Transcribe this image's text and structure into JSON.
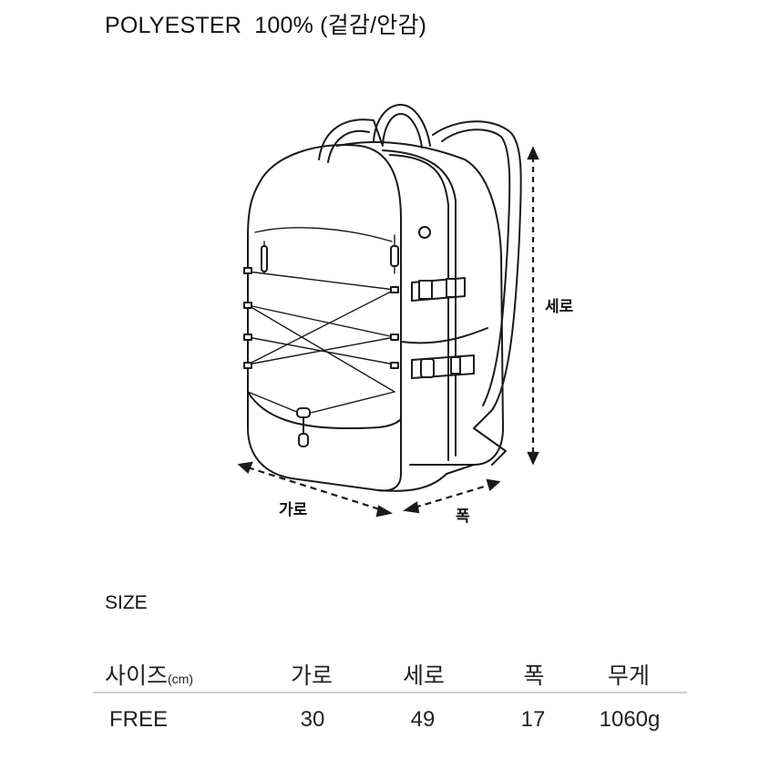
{
  "material": {
    "text": "POLYESTER  100% (겉감/안감)"
  },
  "illustration": {
    "subject": "backpack-line-drawing",
    "dimension_labels": {
      "width": "가로",
      "height": "세로",
      "depth": "폭"
    }
  },
  "size_section": {
    "title": "SIZE",
    "table": {
      "headers": {
        "size": "사이즈",
        "unit": "(cm)",
        "width": "가로",
        "height": "세로",
        "depth": "폭",
        "weight": "무게"
      },
      "rows": [
        {
          "size": "FREE",
          "width": "30",
          "height": "49",
          "depth": "17",
          "weight": "1060g"
        }
      ]
    }
  }
}
